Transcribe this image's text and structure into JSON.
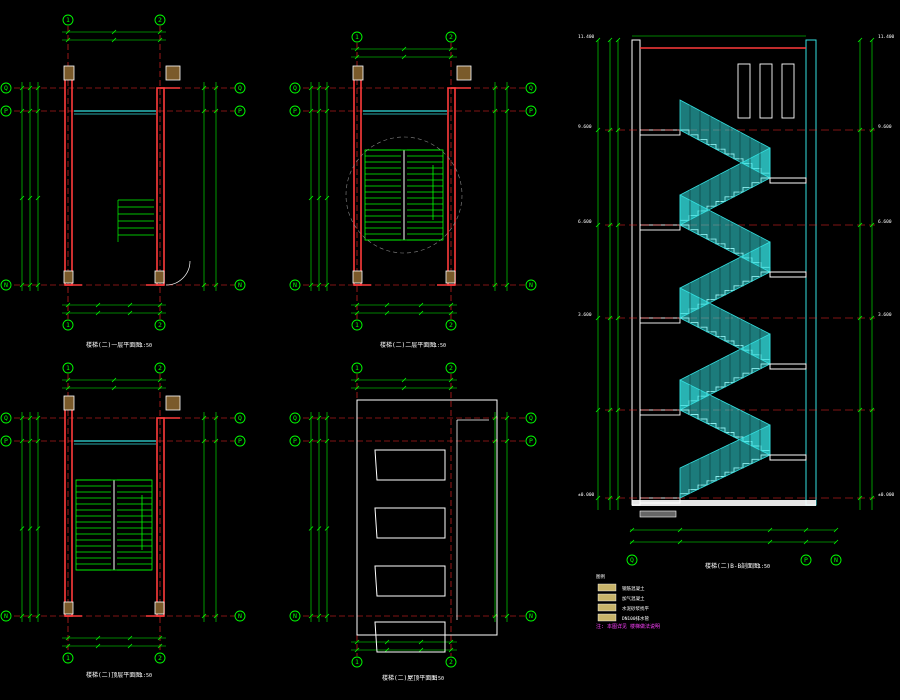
{
  "colors": {
    "background": "#000000",
    "grid": "#ff2a2a",
    "dim": "#00ff00",
    "wall": "#ffffff",
    "wall_fill": "#ff3b3b",
    "stair_fill": "#33e0e0",
    "stair_line": "#ffffff",
    "text": "#ffffff",
    "annotation": "#ff40ff",
    "legend_fill": "#c8b46a"
  },
  "plans": [
    {
      "title": "楼梯(二)一层平面图",
      "scale": "1:50",
      "axis_top": [
        "1",
        "2"
      ],
      "axis_bottom": [
        "1",
        "2"
      ],
      "axis_left": [
        "Q",
        "P",
        "N"
      ],
      "axis_right": [
        "Q",
        "P",
        "N"
      ]
    },
    {
      "title": "楼梯(二)二层平面图",
      "scale": "1:50",
      "axis_top": [
        "1",
        "2"
      ],
      "axis_bottom": [
        "1",
        "2"
      ],
      "axis_left": [
        "Q",
        "P",
        "N"
      ],
      "axis_right": [
        "Q",
        "P",
        "N"
      ]
    },
    {
      "title": "楼梯(二)顶层平面图",
      "scale": "1:50",
      "axis_top": [
        "1",
        "2"
      ],
      "axis_bottom": [
        "1",
        "2"
      ],
      "axis_left": [
        "Q",
        "P",
        "N"
      ],
      "axis_right": [
        "Q",
        "P",
        "N"
      ]
    },
    {
      "title": "楼梯(二)屋顶平面图",
      "scale": "1:50",
      "axis_top": [
        "1",
        "2"
      ],
      "axis_bottom": [
        "1",
        "2"
      ],
      "axis_left": [
        "Q",
        "P",
        "N"
      ],
      "axis_right": [
        "Q",
        "P",
        "N"
      ]
    }
  ],
  "section": {
    "title": "楼梯(二)B-B剖面图",
    "scale": "1:50",
    "axis_bottom": [
      "Q",
      "P",
      "N"
    ],
    "levels_left": [
      "11.400",
      "9.600",
      "6.600",
      "3.600",
      "±0.000"
    ],
    "levels_right": [
      "11.400",
      "9.600",
      "6.600",
      "3.600",
      "±0.000"
    ]
  },
  "legend": {
    "items": [
      "钢筋混凝土",
      "加气混凝土",
      "水泥砂浆找平",
      "DN100排水管"
    ],
    "note": "注: 本图详见 楼梯做法说明"
  }
}
